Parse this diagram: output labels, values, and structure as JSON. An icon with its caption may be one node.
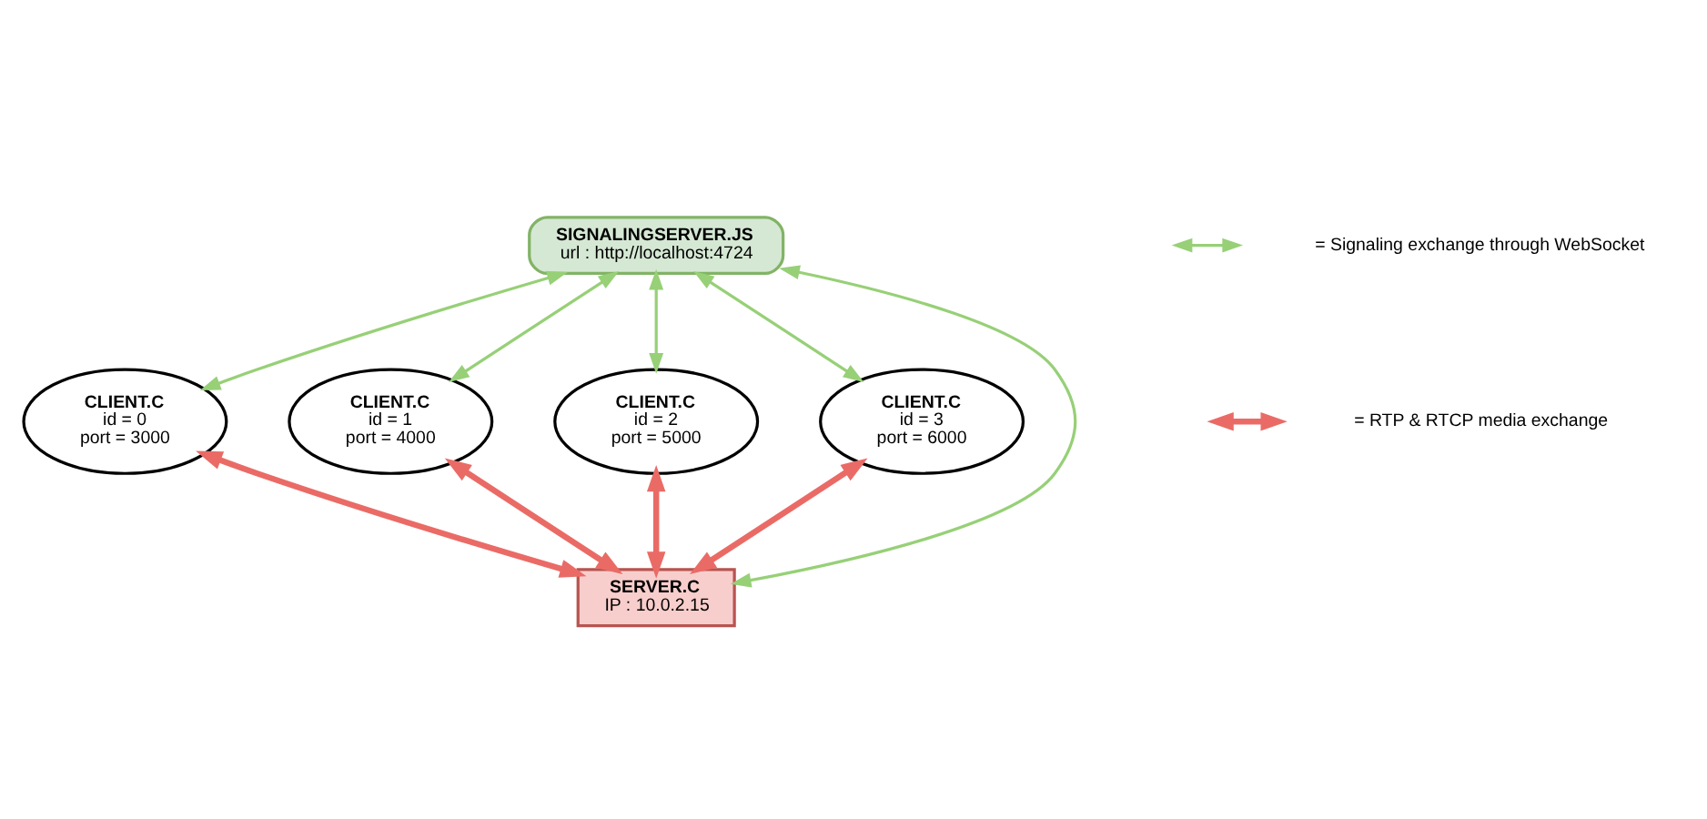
{
  "diagram": {
    "nodes": [
      {
        "text": [
          "SIGNALINGSERVER.JS",
          "url : http://localhost:4724"
        ]
      },
      {
        "text": [
          "CLIENT.C",
          "id = 0",
          "port = 3000"
        ]
      },
      {
        "text": [
          "CLIENT.C",
          "id = 1",
          "port = 4000"
        ]
      },
      {
        "text": [
          "CLIENT.C",
          "id = 2",
          "port = 5000"
        ]
      },
      {
        "text": [
          "CLIENT.C",
          "id = 3",
          "port = 6000"
        ]
      },
      {
        "text": [
          "SERVER.C",
          "IP : 10.0.2.15"
        ]
      }
    ],
    "edges": [
      {
        "from": 0,
        "to": 1,
        "arrow": "both"
      },
      {
        "from": 0,
        "to": 3,
        "arrow": "both"
      },
      {
        "from": 0,
        "to": 5,
        "arrow": "both"
      },
      {
        "from": 0,
        "to": 2,
        "arrow": "both"
      },
      {
        "from": 0,
        "to": 4,
        "arrow": "both"
      },
      {
        "from": 1,
        "to": 5,
        "arrow": "both",
        "style": "thick",
        "color": "#ea6b66"
      },
      {
        "from": 3,
        "to": 5,
        "arrow": "both",
        "style": "thick",
        "color": "#ea6b66"
      },
      {
        "from": 2,
        "to": 5,
        "arrow": "both",
        "style": "thick",
        "color": "#ea6b66"
      },
      {
        "from": 4,
        "to": 5,
        "arrow": "both",
        "style": "thick",
        "color": "#ea6b66"
      }
    ],
    "legend": [
      {
        "text": "= Signaling exchange through WebSocket"
      },
      {
        "text": "= RTP & RTCP media exchange"
      }
    ]
  }
}
